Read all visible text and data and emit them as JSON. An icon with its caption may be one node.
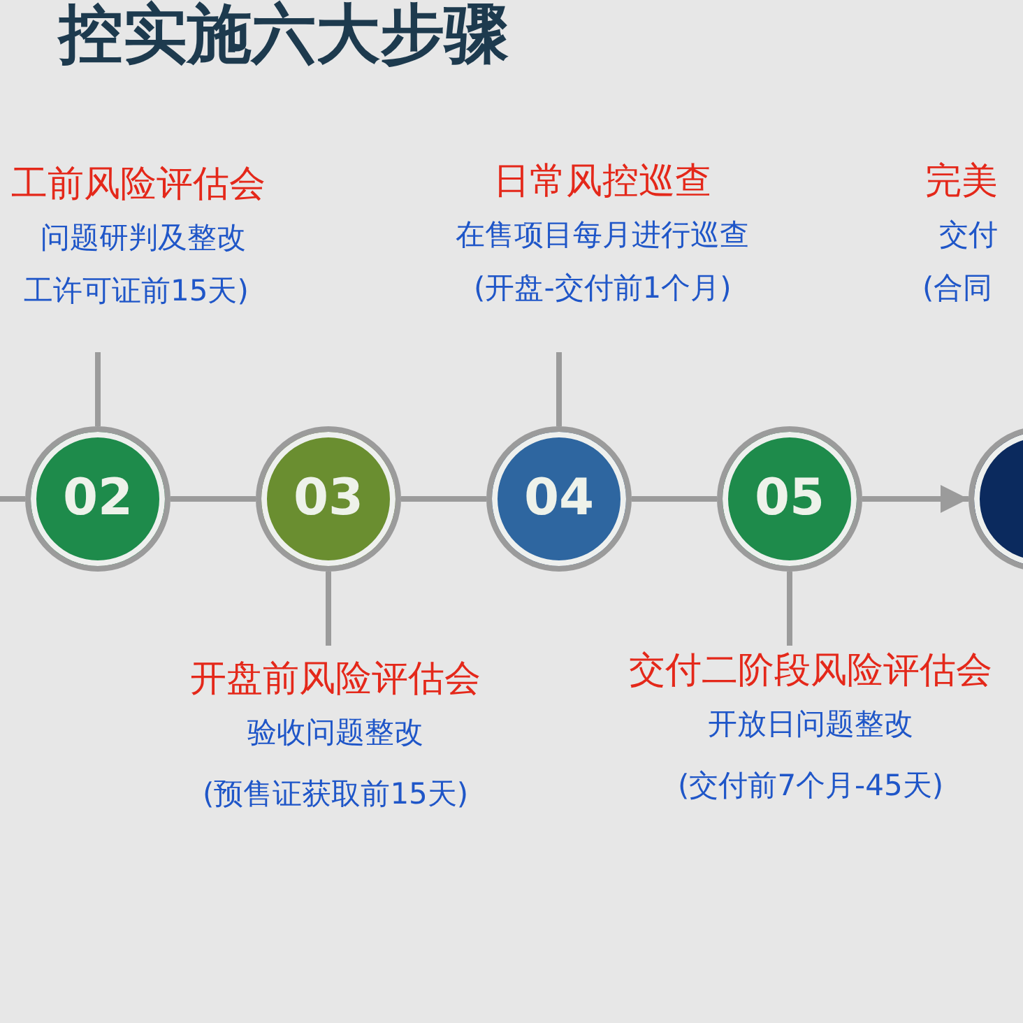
{
  "diagram": {
    "title": "控实施六大步骤",
    "nodes": [
      {
        "text": [
          "工前风险评估会",
          "问题研判及整改",
          "工许可证前15天)"
        ]
      },
      {
        "text": [
          "02"
        ]
      },
      {
        "text": [
          "03"
        ]
      },
      {
        "text": [
          "开盘前风险评估会",
          "验收问题整改",
          "(预售证获取前15天)"
        ]
      },
      {
        "text": [
          "日常风控巡查",
          "在售项目每月进行巡查",
          "(开盘-交付前1个月)"
        ]
      },
      {
        "text": [
          "04"
        ]
      },
      {
        "text": [
          "05"
        ]
      },
      {
        "text": [
          "交付二阶段风险评估会",
          "开放日问题整改",
          "(交付前7个月-45天)"
        ]
      },
      {
        "text": [
          "完美",
          "交付",
          "(合同"
        ]
      },
      {
        "text": [],
        "shape": "circle"
      }
    ],
    "edges": [
      {
        "from": null,
        "to": 1,
        "arrow": "none"
      },
      {
        "from": 1,
        "to": 2,
        "arrow": "none"
      },
      {
        "from": 2,
        "to": 5,
        "arrow": "none"
      },
      {
        "from": 5,
        "to": 6,
        "arrow": "none"
      },
      {
        "from": 6,
        "to": 9,
        "arrow": "to"
      },
      {
        "from": 0,
        "to": 1,
        "arrow": "none"
      },
      {
        "from": 3,
        "to": 2,
        "arrow": "none"
      },
      {
        "from": 4,
        "to": 5,
        "arrow": "none"
      },
      {
        "from": 7,
        "to": 6,
        "arrow": "none"
      }
    ]
  }
}
